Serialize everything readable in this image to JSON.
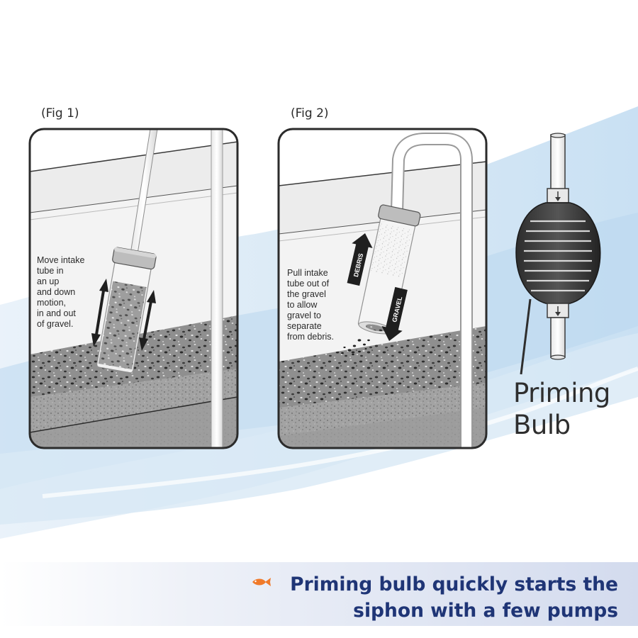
{
  "figures": [
    {
      "label": "(Fig 1)",
      "note": "Move intake\ntube in\nan up\nand down\nmotion,\nin and out\nof gravel."
    },
    {
      "label": "(Fig 2)",
      "note": "Pull intake\ntube out of\nthe gravel\nto allow\ngravel to\nseparate\nfrom debris.",
      "arrow_up_label": "DEBRIS",
      "arrow_down_label": "GRAVEL"
    }
  ],
  "bulb_label": "Priming\nBulb",
  "banner": {
    "text": "Priming bulb quickly starts the\nsiphon with a few pumps"
  },
  "colors": {
    "banner_text": "#1f3576",
    "fish_icon": "#f07a2a",
    "panel_border": "#2b2b2b",
    "gravel": "#8e8e8e",
    "water_wave": "#cfe3f3"
  },
  "icons": [
    "fish-icon",
    "priming-bulb-icon",
    "arrow-icon"
  ]
}
